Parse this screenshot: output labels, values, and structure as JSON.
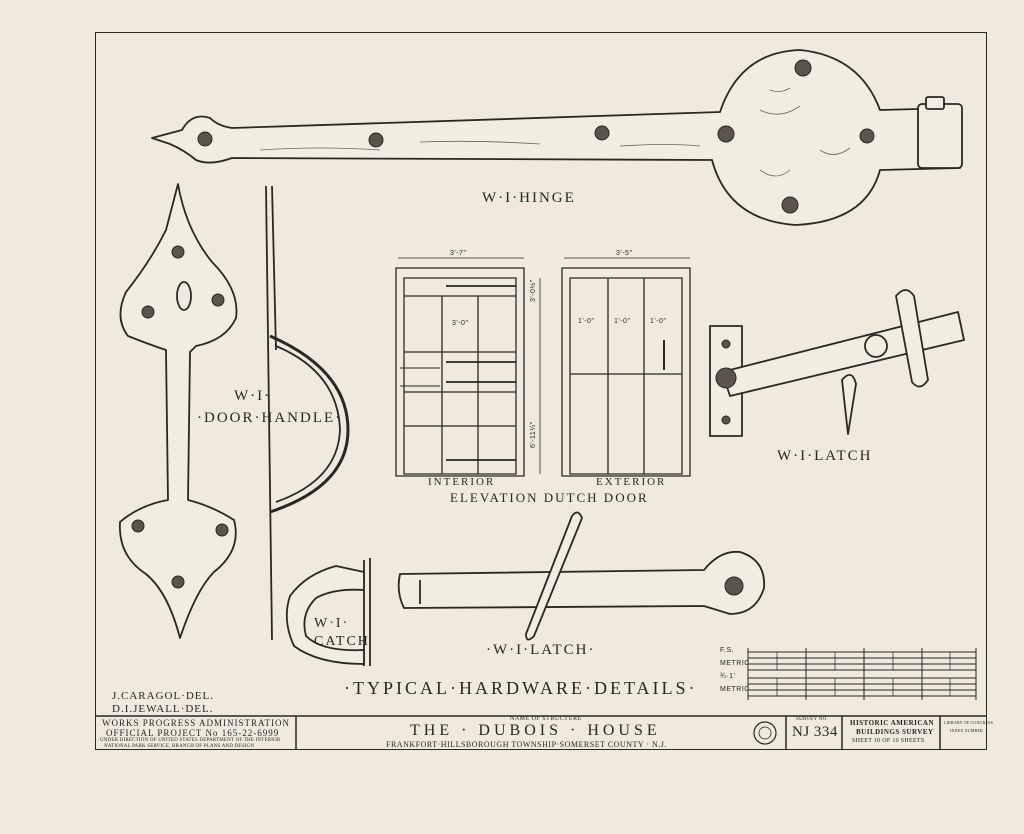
{
  "drawing": {
    "hinge_label": "W·I·HINGE",
    "door_handle_label_1": "W·I·",
    "door_handle_label_2": "·DOOR·HANDLE·",
    "latch_right_label": "W·I·LATCH",
    "latch_bottom_label": "·W·I·LATCH·",
    "catch_label_1": "W·I·",
    "catch_label_2": "CATCH",
    "interior_label": "INTERIOR",
    "exterior_label": "EXTERIOR",
    "elevation_label": "ELEVATION DUTCH DOOR",
    "dim_interior_width": "3'-7\"",
    "dim_exterior_width": "3'-5\"",
    "dim_panel_width": "3'-0\"",
    "dim_upper_height": "3'-0½\"",
    "dim_lower_height": "6'-11¼\"",
    "dim_ext_panel_1": "1'-0\"",
    "dim_ext_panel_2": "1'-0\"",
    "dim_ext_panel_3": "1'-0\"",
    "sheet_title": "·TYPICAL·HARDWARE·DETAILS·"
  },
  "credits": {
    "delineator_1": "J.CARAGOL·DEL.",
    "delineator_2": "D.I.JEWALL·DEL."
  },
  "scales": {
    "row1_label": "F.S.",
    "row2_label": "METRIC",
    "row3_label": "¾·1'",
    "row4_label": "METRIC"
  },
  "title_block": {
    "agency": "WORKS PROGRESS ADMINISTRATION",
    "project": "OFFICIAL PROJECT No 165-22-6999",
    "direction_1": "UNDER DIRECTION OF UNITED STATES DEPARTMENT OF THE INTERIOR",
    "direction_2": "NATIONAL PARK SERVICE, BRANCH OF PLANS AND DESIGN",
    "structure_caption": "NAME OF STRUCTURE",
    "structure_name": "THE · DUBOIS · HOUSE",
    "location": "FRANKFORT·HILLSBOROUGH TOWNSHIP·SOMERSET COUNTY · N.J.",
    "survey_caption": "SURVEY NO.",
    "survey_number": "NJ 334",
    "habs_1": "HISTORIC AMERICAN",
    "habs_2": "BUILDINGS SURVEY",
    "sheet_info": "SHEET 10 OF 10 SHEETS",
    "library_1": "LIBRARY OF CONGRESS",
    "library_2": "INDEX NUMBER"
  }
}
